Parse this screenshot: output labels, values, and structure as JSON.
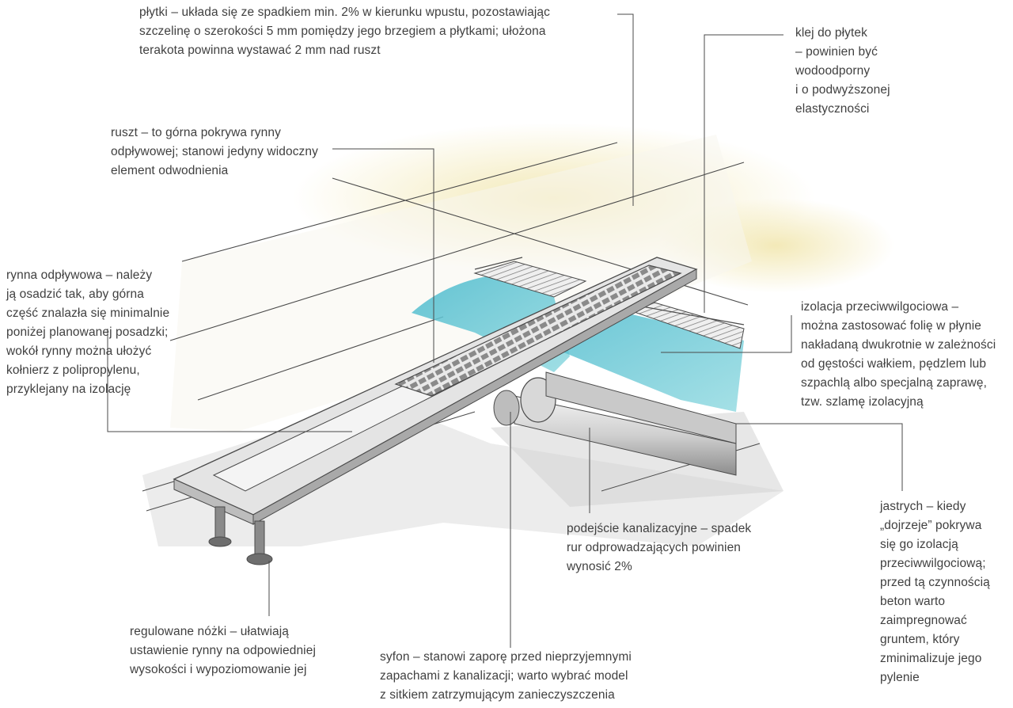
{
  "labels": {
    "plytki": "płytki – układa się ze spadkiem min. 2% w kierunku wpustu, pozostawiając\nszczelinę o szerokości 5 mm pomiędzy jego brzegiem a płytkami; ułożona\nterakota powinna wystawać 2 mm nad ruszt",
    "klej": "klej do płytek\n– powinien być\nwodoodporny\ni o podwyższonej\nelastyczności",
    "ruszt": "ruszt – to górna pokrywa rynny\nodpływowej; stanowi jedyny widoczny\nelement odwodnienia",
    "rynna": "rynna odpływowa – należy\nją osadzić tak, aby górna\nczęść znalazła się minimalnie\nponiżej planowanej posadzki;\nwokół rynny można ułożyć\nkołnierz z polipropylenu,\nprzyklejany na izolację",
    "izolacja": "izolacja przeciwwilgociowa –\nmożna zastosować folię w płynie\nnakładaną dwukrotnie w zależności\nod gęstości wałkiem, pędzlem lub\nszpachlą albo specjalną zaprawę,\ntzw. szlamę izolacyjną",
    "jastrych": "jastrych – kiedy\n„dojrzeje” pokrywa\nsię go izolacją\nprzeciwwilgociową;\nprzed tą czynnością\nbeton warto\nzaimpregnować\ngruntem, który\nzminimalizuje jego\npylenie",
    "podejscie": "podejście kanalizacyjne – spadek\nrur odprowadzających powinien\nwynosić 2%",
    "nozki": "regulowane nóżki – ułatwiają\nustawienie rynny na odpowiedniej\nwysokości i wypoziomowanie jej",
    "syfon": "syfon – stanowi zaporę przed nieprzyjemnymi\nzapachami z kanalizacji; warto wybrać model\nz sitkiem zatrzymującym zanieczyszczenia"
  },
  "colors": {
    "line": "#4a4a4a",
    "tile_tint": "#efe6b8",
    "membrane": "#5fc4d2",
    "screed": "#d9d9d9",
    "metal": "#9a9a9a"
  }
}
